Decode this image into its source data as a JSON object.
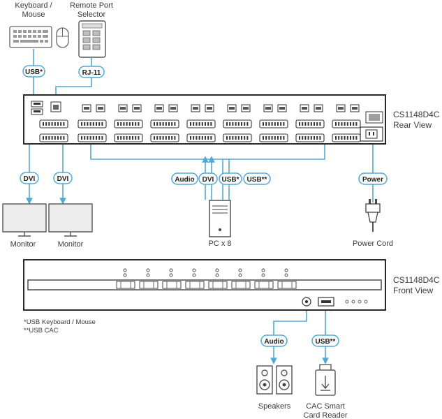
{
  "labels": {
    "keyboard_mouse": [
      "Keyboard /",
      "Mouse"
    ],
    "remote_port_selector": [
      "Remote Port",
      "Selector"
    ],
    "model_rear": "CS1148D4C",
    "rear_view": "Rear View",
    "model_front": "CS1148D4C",
    "front_view": "Front View",
    "monitor_1": "Monitor",
    "monitor_2": "Monitor",
    "pc": "PC x 8",
    "power_cord": "Power Cord",
    "speakers": "Speakers",
    "cac_reader": [
      "CAC Smart",
      "Card Reader"
    ]
  },
  "pills": {
    "usb_kbd": "USB*",
    "rj11": "RJ-11",
    "dvi_1": "DVI",
    "dvi_2": "DVI",
    "audio_rear": "Audio",
    "dvi_rear": "DVI",
    "usb_rear": "USB*",
    "usb_cac_rear": "USB**",
    "power": "Power",
    "audio_front": "Audio",
    "usb_front": "USB**"
  },
  "footnotes": [
    "*USB Keyboard / Mouse",
    "**USB CAC"
  ],
  "colors": {
    "cable": "#4ea8d8",
    "pill_border": "#4ea8d8",
    "device_outline": "#333333",
    "monitor_fill": "#ececec"
  }
}
